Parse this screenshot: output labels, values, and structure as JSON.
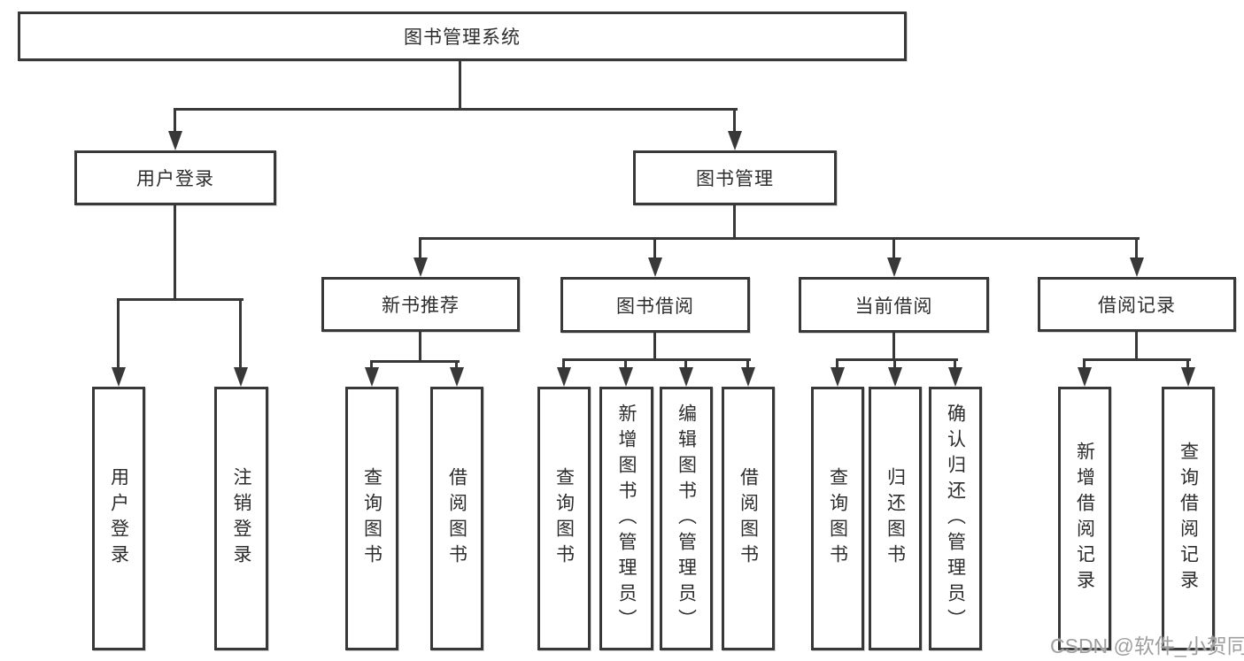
{
  "tree": {
    "root": {
      "label": "图书管理系统"
    },
    "branches": [
      {
        "label": "用户登录",
        "children": [
          {
            "label": "用户登录"
          },
          {
            "label": "注销登录"
          }
        ]
      },
      {
        "label": "图书管理",
        "groups": [
          {
            "label": "新书推荐",
            "children": [
              {
                "label": "查询图书"
              },
              {
                "label": "借阅图书"
              }
            ]
          },
          {
            "label": "图书借阅",
            "children": [
              {
                "label": "查询图书"
              },
              {
                "label": "新增图书（管理员）"
              },
              {
                "label": "编辑图书（管理员）"
              },
              {
                "label": "借阅图书"
              }
            ]
          },
          {
            "label": "当前借阅",
            "children": [
              {
                "label": "查询图书"
              },
              {
                "label": "归还图书"
              },
              {
                "label": "确认归还（管理员）"
              }
            ]
          },
          {
            "label": "借阅记录",
            "children": [
              {
                "label": "新增借阅记录"
              },
              {
                "label": "查询借阅记录"
              }
            ]
          }
        ]
      }
    ]
  },
  "watermark": {
    "text": "CSDN @软件_小贺同学"
  },
  "colors": {
    "line": "#383838",
    "box_border": "#383838",
    "text": "#2d2d2d",
    "watermark": "#9f9f9f",
    "background": "#ffffff"
  }
}
